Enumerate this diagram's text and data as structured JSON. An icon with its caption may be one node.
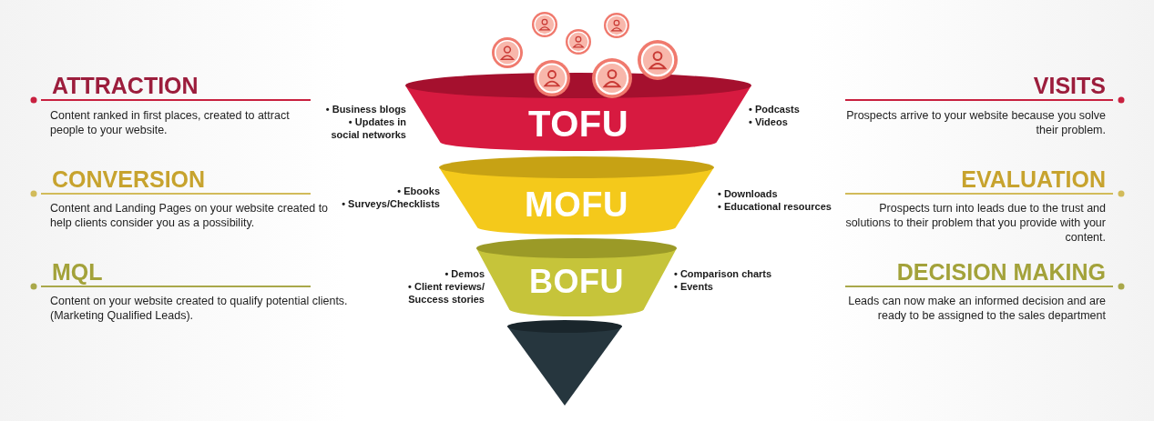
{
  "diagram": {
    "nodes": [
      {
        "text": [
          "TOFU"
        ],
        "beside": [
          "• Business blogs",
          "• Updates in social networks",
          "• Podcasts",
          "• Videos"
        ]
      },
      {
        "text": [
          "MOFU"
        ],
        "beside": [
          "• Ebooks",
          "• Surveys/Checklists",
          "• Downloads",
          "• Educational resources"
        ]
      },
      {
        "text": [
          "BOFU"
        ],
        "beside": [
          "• Demos",
          "• Client reviews/ Success stories",
          "• Comparison charts",
          "• Events"
        ]
      },
      {
        "text": [],
        "shape": "cone"
      }
    ],
    "labels": [
      "ATTRACTION",
      "VISITS",
      "Content ranked in first places, created to attract people to your website.",
      "Prospects arrive to your website because you solve their problem.",
      "CONVERSION",
      "EVALUATION",
      "Content and Landing Pages on your website created to help clients consider you as a possibility.",
      "Prospects turn into leads due to the trust and solutions to their problem that you provide with your content.",
      "MQL",
      "DECISION MAKING",
      "Content on your website created to qualify potential clients. (Marketing Qualified Leads).",
      "Leads can now make an informed decision and are ready to be assigned to the sales department"
    ]
  }
}
